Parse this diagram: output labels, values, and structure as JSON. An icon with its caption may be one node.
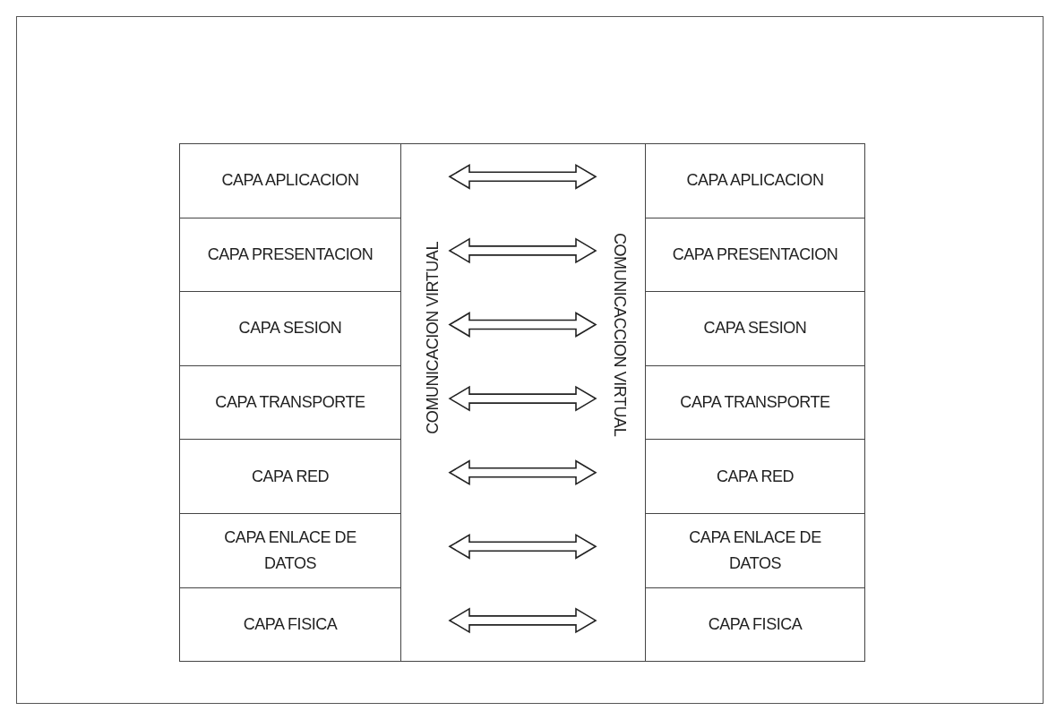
{
  "diagram": {
    "nodes": [
      {
        "text": [
          "CAPA APLICACION"
        ]
      },
      {
        "text": [
          "CAPA PRESENTACION"
        ]
      },
      {
        "text": [
          "CAPA SESION"
        ]
      },
      {
        "text": [
          "CAPA TRANSPORTE"
        ]
      },
      {
        "text": [
          "CAPA RED"
        ]
      },
      {
        "text": [
          "CAPA ENLACE DE DATOS"
        ]
      },
      {
        "text": [
          "CAPA FISICA"
        ]
      },
      {
        "text": [
          "CAPA APLICACION"
        ]
      },
      {
        "text": [
          "CAPA PRESENTACION"
        ]
      },
      {
        "text": [
          "CAPA SESION"
        ]
      },
      {
        "text": [
          "CAPA TRANSPORTE"
        ]
      },
      {
        "text": [
          "CAPA RED"
        ]
      },
      {
        "text": [
          "CAPA ENLACE DE DATOS"
        ]
      },
      {
        "text": [
          "CAPA FISICA"
        ]
      }
    ],
    "edges": [
      {
        "from": 0,
        "to": 7,
        "arrow": "both"
      },
      {
        "from": 1,
        "to": 8,
        "arrow": "both"
      },
      {
        "from": 2,
        "to": 9,
        "arrow": "both"
      },
      {
        "from": 3,
        "to": 10,
        "arrow": "both"
      },
      {
        "from": 4,
        "to": 11,
        "arrow": "both"
      },
      {
        "from": 5,
        "to": 12,
        "arrow": "both"
      },
      {
        "from": 6,
        "to": 13,
        "arrow": "both"
      }
    ],
    "labels": [
      "COMUNICACION VIRTUAL",
      "COMUNICACCION VIRTUAL"
    ]
  }
}
